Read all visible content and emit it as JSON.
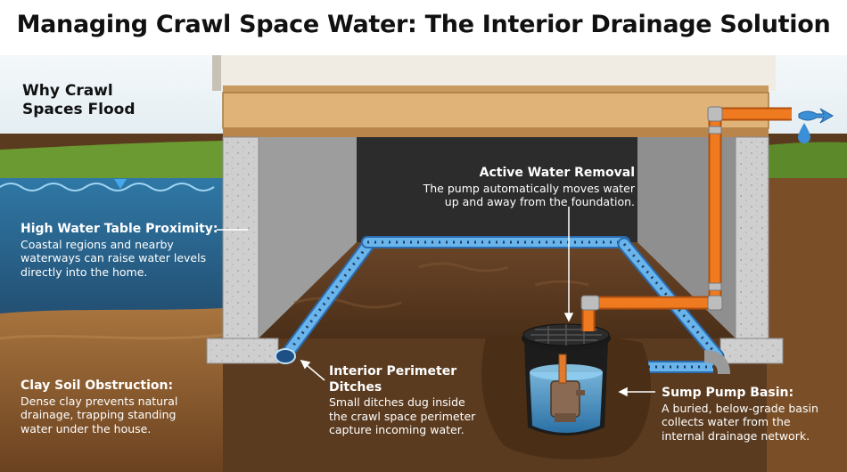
{
  "title": "Managing Crawl Space Water: The Interior Drainage Solution",
  "why": {
    "heading_line1": "Why Crawl",
    "heading_line2": "Spaces Flood"
  },
  "callouts": {
    "high_water": {
      "heading": "High Water Table Proximity:",
      "lines": [
        "Coastal regions and nearby",
        "waterways can raise water levels",
        "directly into the home."
      ]
    },
    "clay_soil": {
      "heading": "Clay Soil Obstruction:",
      "lines": [
        "Dense clay prevents natural",
        "drainage, trapping standing",
        "water under the house."
      ]
    },
    "active_removal": {
      "heading": "Active Water Removal",
      "lines": [
        "The pump automatically moves water",
        "up and away from the foundation."
      ]
    },
    "ditches": {
      "heading_line1": "Interior Perimeter",
      "heading_line2": "Ditches",
      "lines": [
        "Small ditches dug inside",
        "the crawl space perimeter",
        "capture incoming water."
      ]
    },
    "sump": {
      "heading": "Sump Pump Basin:",
      "lines": [
        "A buried, below-grade basin",
        "collects water from the",
        "internal drainage network."
      ]
    }
  },
  "colors": {
    "sky": "#e8f1f5",
    "water": "#2e6f9c",
    "soil": "#8a5a2b",
    "soil_dark": "#5a3518",
    "concrete": "#c9c9c9",
    "pipe_blue": "#5aa6e0",
    "pipe_orange": "#f07a1f",
    "text_dark": "#111111"
  },
  "icons": [
    "water-droplet-icon",
    "outflow-arrow-icon",
    "water-level-marker-icon"
  ]
}
